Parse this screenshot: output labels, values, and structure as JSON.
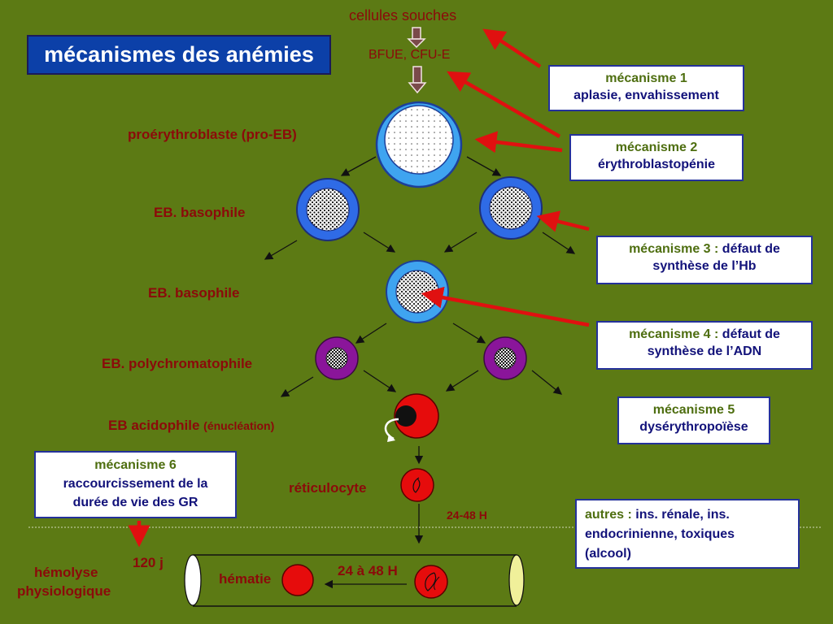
{
  "title": "mécanismes des anémies",
  "labels": {
    "cellules_souches": "cellules souches",
    "bfue": "BFUE, CFU-E",
    "proerythroblaste": "proérythroblaste (pro-EB)",
    "eb_basophile_1": "EB. basophile",
    "eb_basophile_2": "EB. basophile",
    "eb_polychromatophile": "EB. polychromatophile",
    "eb_acidophile": "EB acidophile",
    "enucleation": "(énucléation)",
    "reticulocyte": "réticulocyte",
    "delay_24_48": "24-48 H",
    "hematie": "hématie",
    "delay_24_a_48": "24 à 48 H",
    "jours_120": "120 j",
    "hemolyse_1": "hémolyse",
    "hemolyse_2": "physiologique"
  },
  "mechanisms": {
    "m1": {
      "title": "mécanisme 1",
      "text": "aplasie, envahissement"
    },
    "m2": {
      "title": "mécanisme 2",
      "text": "érythroblastopénie"
    },
    "m3": {
      "title": "mécanisme 3 :",
      "text1": "défaut de",
      "text2": "synthèse de l’Hb"
    },
    "m4": {
      "title": "mécanisme 4 :",
      "text1": "défaut de",
      "text2": "synthèse de l’ADN"
    },
    "m5": {
      "title": "mécanisme 5",
      "text": "dysérythropoïèse"
    },
    "m6": {
      "title": "mécanisme 6",
      "text1": "raccourcissement de la",
      "text2": "durée de vie des GR"
    },
    "autres": {
      "title": "autres :",
      "text1": "ins. rénale, ins.",
      "text2": "endocrinienne, toxiques",
      "text3": "(alcool)"
    }
  },
  "colors": {
    "background": "#5c7a14",
    "title_box": "#0c40a8",
    "label_red": "#8b0a0a",
    "mechanism_title": "#4e6e10",
    "mechanism_text": "#12127a",
    "pointer_red": "#e01010",
    "cell_outer_light": "#3fa4f0",
    "cell_outer_blue": "#2f6be6",
    "cell_polychromatophile": "#8a159a",
    "cell_red": "#e60c0c",
    "dashed_line": "#cfd8b8"
  }
}
